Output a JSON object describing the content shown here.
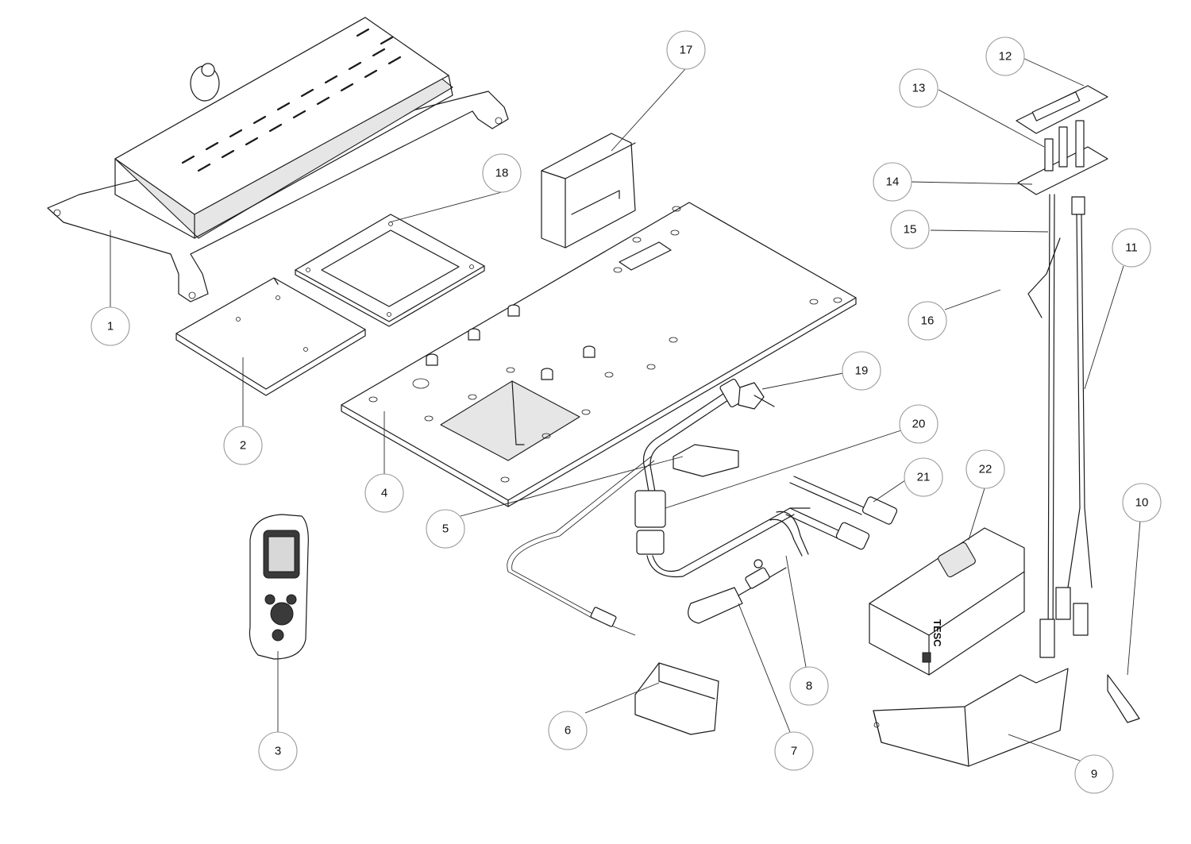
{
  "diagram": {
    "callouts": [
      {
        "id": "1",
        "label": "1"
      },
      {
        "id": "2",
        "label": "2"
      },
      {
        "id": "3",
        "label": "3"
      },
      {
        "id": "4",
        "label": "4"
      },
      {
        "id": "5",
        "label": "5"
      },
      {
        "id": "6",
        "label": "6"
      },
      {
        "id": "7",
        "label": "7"
      },
      {
        "id": "8",
        "label": "8"
      },
      {
        "id": "9",
        "label": "9"
      },
      {
        "id": "10",
        "label": "10"
      },
      {
        "id": "11",
        "label": "11"
      },
      {
        "id": "12",
        "label": "12"
      },
      {
        "id": "13",
        "label": "13"
      },
      {
        "id": "14",
        "label": "14"
      },
      {
        "id": "15",
        "label": "15"
      },
      {
        "id": "16",
        "label": "16"
      },
      {
        "id": "17",
        "label": "17"
      },
      {
        "id": "18",
        "label": "18"
      },
      {
        "id": "19",
        "label": "19"
      },
      {
        "id": "20",
        "label": "20"
      },
      {
        "id": "21",
        "label": "21"
      },
      {
        "id": "22",
        "label": "22"
      }
    ],
    "module_brand_text": "TESC"
  }
}
